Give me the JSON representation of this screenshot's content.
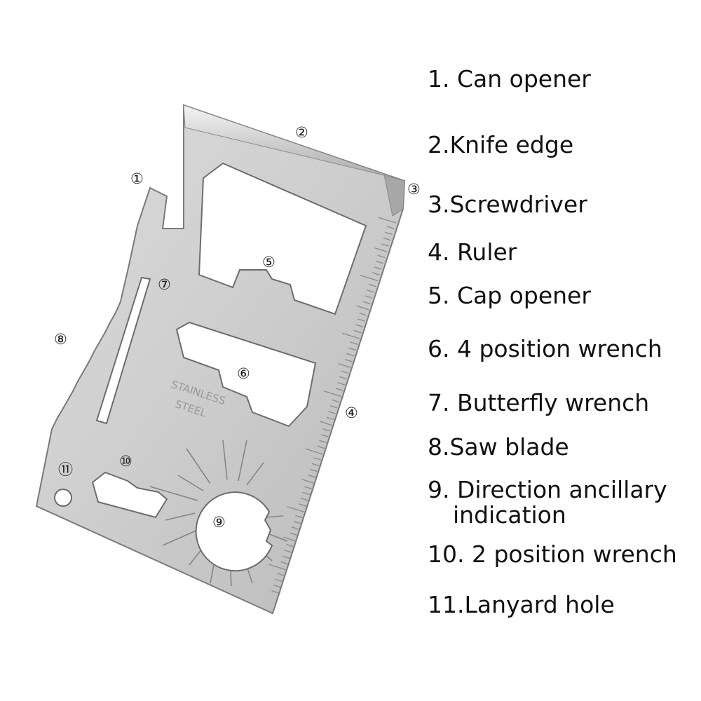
{
  "callouts": [
    "①",
    "②",
    "③",
    "④",
    "⑤",
    "⑥",
    "⑦",
    "⑧",
    "⑨",
    "⑩",
    "⑪"
  ],
  "stamp": {
    "line1": "STAINLESS",
    "line2": "STEEL"
  },
  "legend": [
    {
      "text": "1. Can opener"
    },
    {
      "text": "2.Knife edge"
    },
    {
      "text": "3.Screwdriver"
    },
    {
      "text": "4. Ruler"
    },
    {
      "text": "5. Cap opener"
    },
    {
      "text": "6. 4 position wrench"
    },
    {
      "text": "7. Butterfly wrench"
    },
    {
      "text": "8.Saw blade"
    },
    {
      "text": "9. Direction ancillary",
      "text2": "indication"
    },
    {
      "text": "10. 2 position wrench"
    },
    {
      "text": "11.Lanyard hole"
    }
  ],
  "colors": {
    "steel_light": "#e2e2e2",
    "steel_mid": "#c4c4c4",
    "steel_dark": "#8e8e8e",
    "edge": "#7a7a7a",
    "text": "#111111"
  }
}
